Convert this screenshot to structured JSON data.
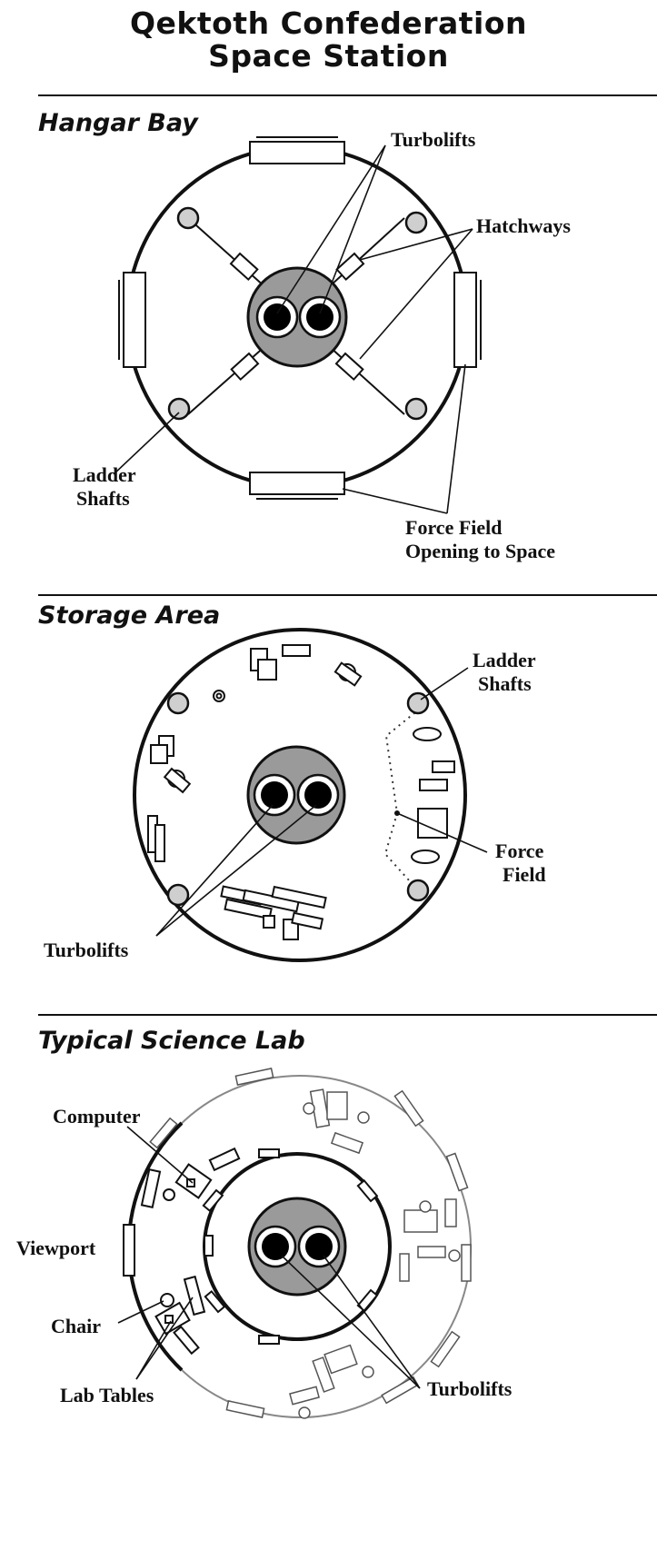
{
  "title": {
    "line1": "Qektoth Confederation",
    "line2": "Space Station"
  },
  "sections": [
    {
      "heading": "Hangar Bay",
      "labels": {
        "turbolifts": "Turbolifts",
        "hatchways": "Hatchways",
        "ladder_shafts_1": "Ladder",
        "ladder_shafts_2": "Shafts",
        "force_field_1": "Force Field",
        "force_field_2": "Opening to Space"
      }
    },
    {
      "heading": "Storage Area",
      "labels": {
        "ladder_shafts_1": "Ladder",
        "ladder_shafts_2": "Shafts",
        "force_field_1": "Force",
        "force_field_2": "Field",
        "turbolifts": "Turbolifts"
      }
    },
    {
      "heading": "Typical Science Lab",
      "labels": {
        "computer": "Computer",
        "viewport": "Viewport",
        "chair": "Chair",
        "lab_tables": "Lab Tables",
        "turbolifts": "Turbolifts"
      }
    }
  ],
  "colors": {
    "ink": "#111111",
    "core_fill": "#9a9a9a",
    "shaft_fill": "#cfcfcf",
    "background": "#ffffff"
  }
}
